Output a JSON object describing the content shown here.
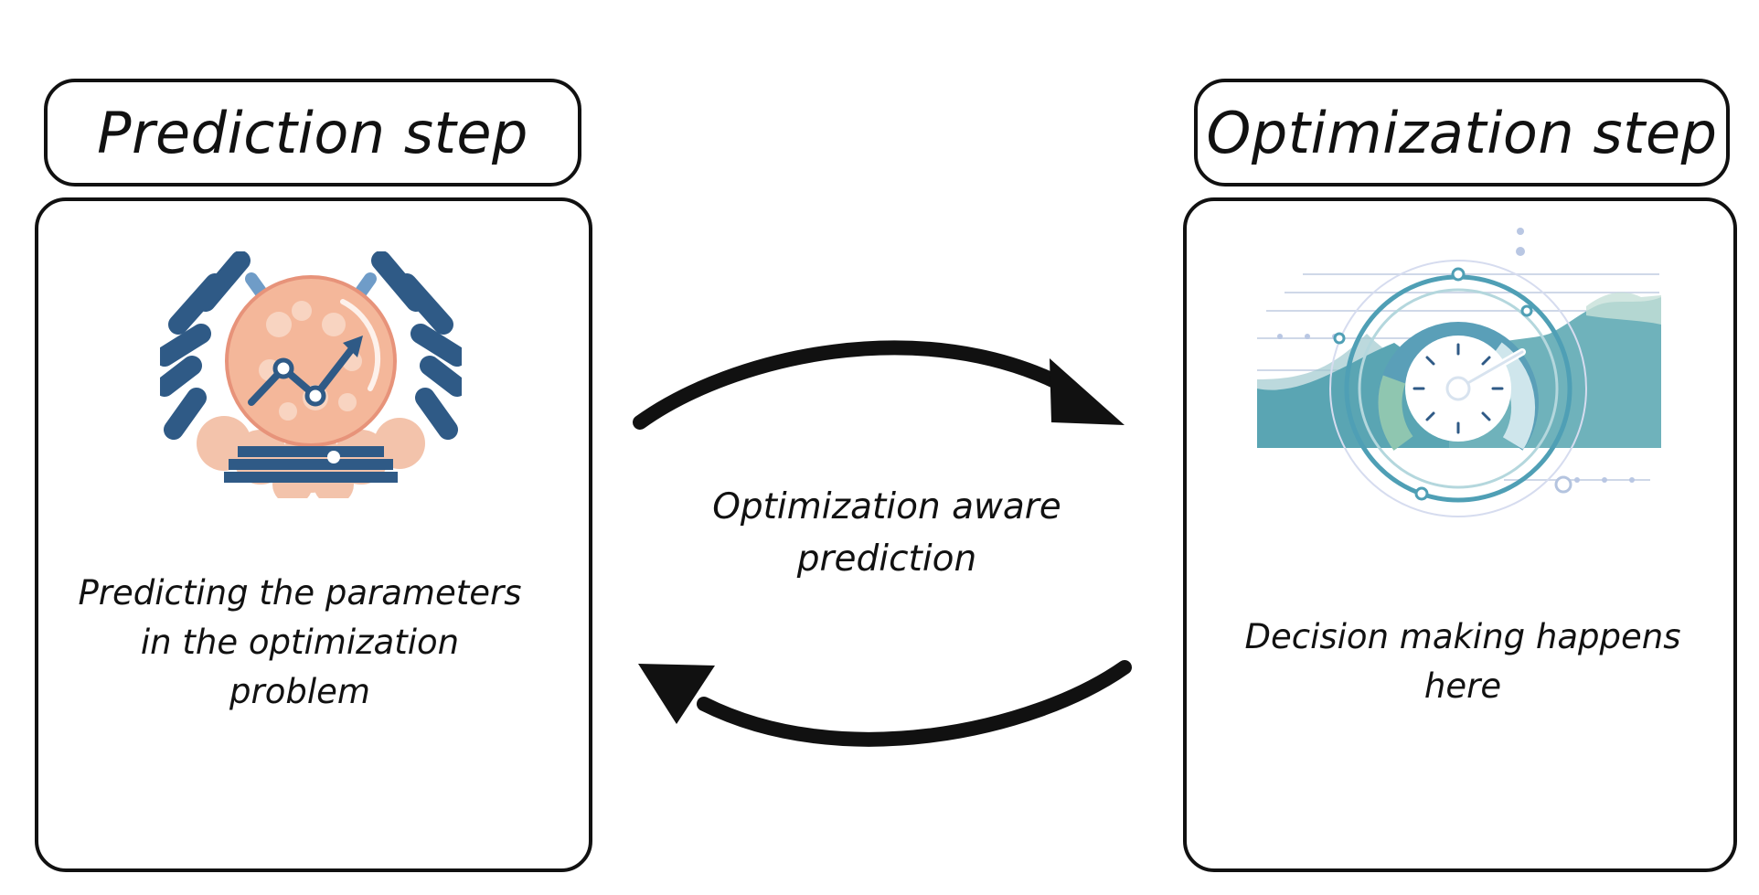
{
  "left_card": {
    "title": "Prediction step",
    "description": "Predicting the parameters in the optimization problem",
    "illustration": "crystal-ball-chart-illustration"
  },
  "right_card": {
    "title": "Optimization step",
    "description": "Decision making happens here",
    "illustration": "speedometer-gauge-illustration"
  },
  "center": {
    "label": "Optimization aware prediction"
  },
  "colors": {
    "ink": "#111111",
    "navy": "#2f5a86",
    "peach": "#f0a587",
    "teal": "#5aa5b3"
  }
}
